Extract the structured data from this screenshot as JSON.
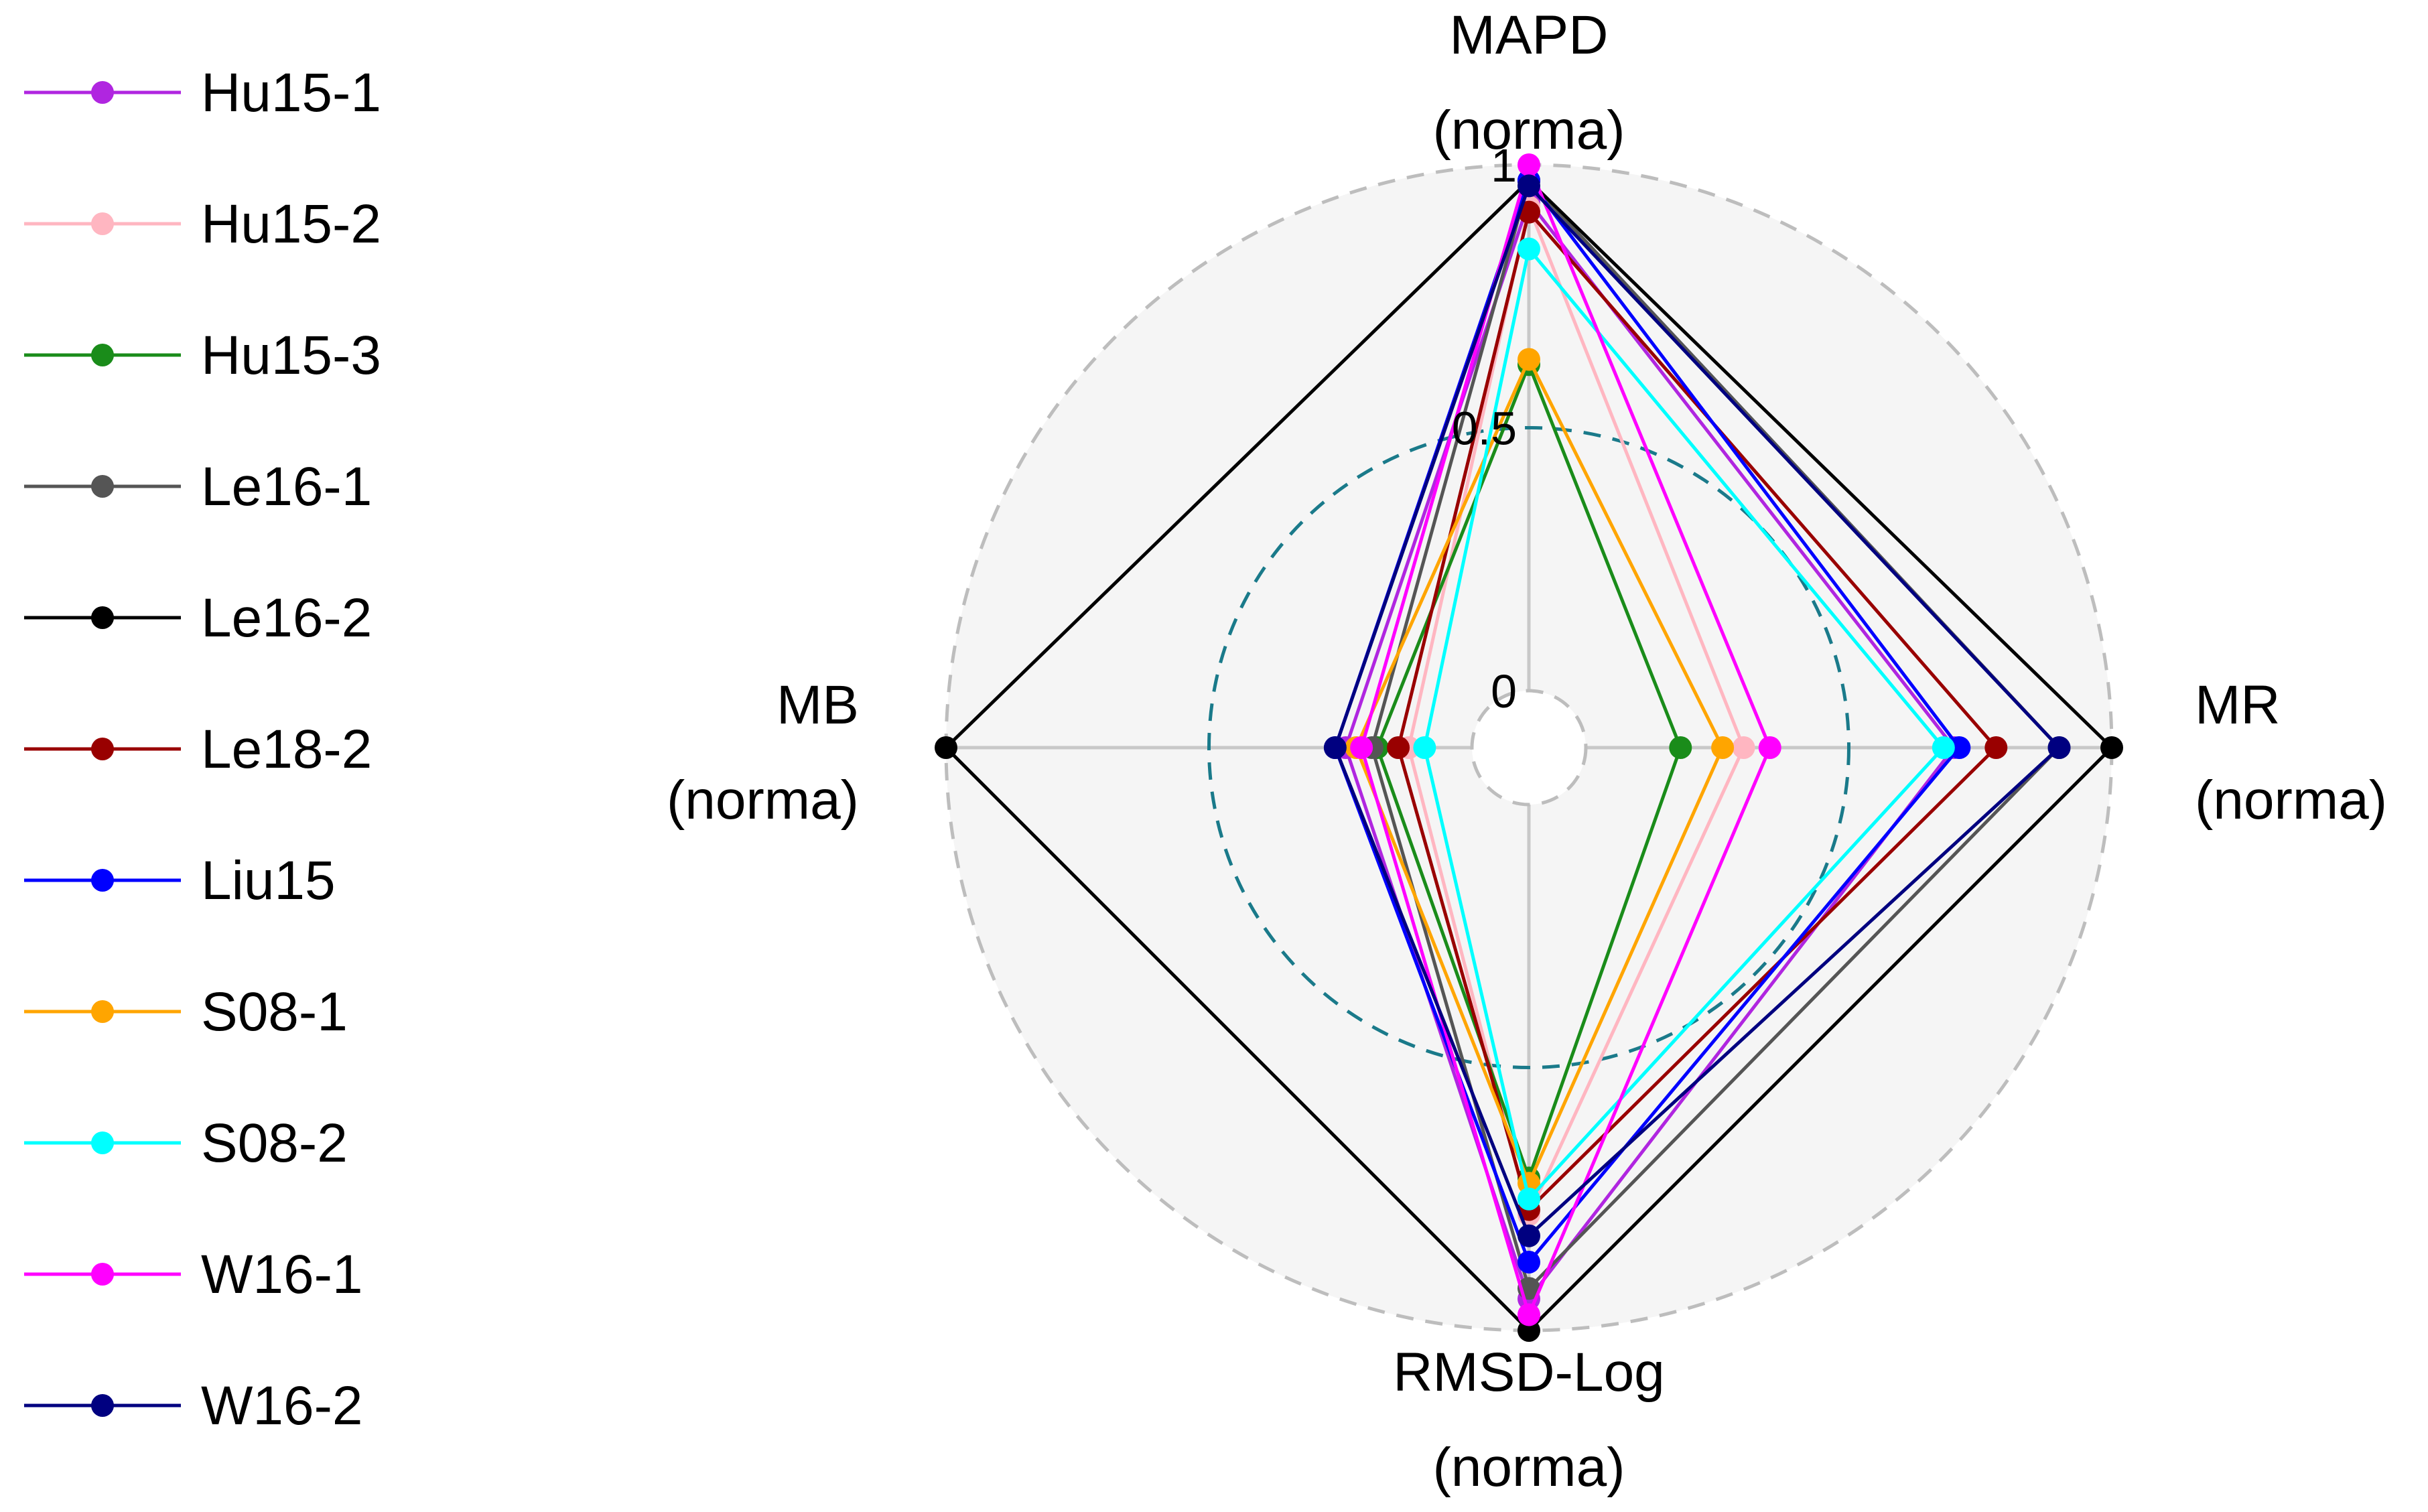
{
  "chart_data": {
    "type": "radar",
    "axes": [
      {
        "name": "MAPD (norma)",
        "lines": [
          "MAPD",
          "(norma)"
        ]
      },
      {
        "name": "MR (norma)",
        "lines": [
          "MR",
          "(norma)"
        ]
      },
      {
        "name": "RMSD-Log (norma)",
        "lines": [
          "RMSD-Log",
          "(norma)"
        ]
      },
      {
        "name": "MB (norma)",
        "lines": [
          "MB",
          "(norma)"
        ]
      }
    ],
    "ticks": [
      {
        "value": 0,
        "label": "0"
      },
      {
        "value": 0.5,
        "label": "0.5"
      },
      {
        "value": 1,
        "label": "1"
      }
    ],
    "range": [
      0,
      1
    ],
    "grid": true,
    "legend_position": "left",
    "series": [
      {
        "name": "Hu15-1",
        "color": "#b026e0",
        "values": [
          0.93,
          0.7,
          0.94,
          0.24
        ]
      },
      {
        "name": "Hu15-2",
        "color": "#ffb6c1",
        "values": [
          0.92,
          0.3,
          0.78,
          0.12
        ]
      },
      {
        "name": "Hu15-3",
        "color": "#1a8c1a",
        "values": [
          0.62,
          0.18,
          0.71,
          0.18
        ]
      },
      {
        "name": "Le16-1",
        "color": "#555555",
        "values": [
          0.97,
          0.9,
          0.92,
          0.19
        ]
      },
      {
        "name": "Le16-2",
        "color": "#000000",
        "values": [
          0.97,
          1.0,
          1.0,
          1.0
        ]
      },
      {
        "name": "Le18-2",
        "color": "#990000",
        "values": [
          0.91,
          0.78,
          0.77,
          0.14
        ]
      },
      {
        "name": "Liu15",
        "color": "#0000ff",
        "values": [
          0.97,
          0.71,
          0.87,
          0.26
        ]
      },
      {
        "name": "S08-1",
        "color": "#ffa500",
        "values": [
          0.63,
          0.26,
          0.72,
          0.22
        ]
      },
      {
        "name": "S08-2",
        "color": "#00ffff",
        "values": [
          0.84,
          0.68,
          0.75,
          0.09
        ]
      },
      {
        "name": "W16-1",
        "color": "#ff00ff",
        "values": [
          1.0,
          0.35,
          0.97,
          0.21
        ]
      },
      {
        "name": "W16-2",
        "color": "#000080",
        "values": [
          0.96,
          0.9,
          0.82,
          0.26
        ]
      }
    ]
  }
}
